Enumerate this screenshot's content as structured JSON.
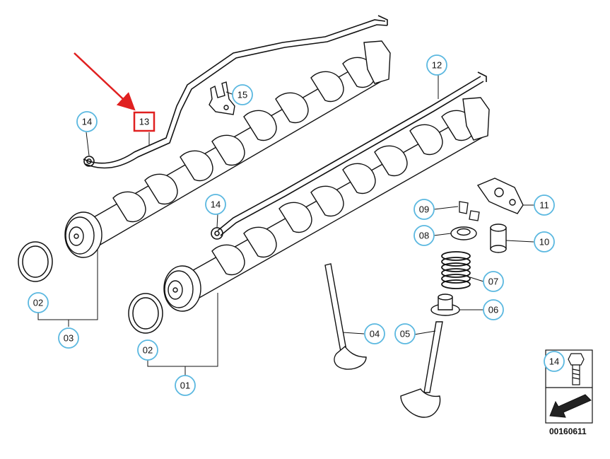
{
  "diagram": {
    "reference_code": "00160611",
    "highlighted_callout": "13",
    "colors": {
      "callout_border": "#5bb8e0",
      "highlight_border": "#e02020",
      "arrow": "#e02020",
      "line": "#111111"
    },
    "callouts": [
      {
        "id": "c14a",
        "label": "14"
      },
      {
        "id": "c13",
        "label": "13"
      },
      {
        "id": "c15",
        "label": "15"
      },
      {
        "id": "c12",
        "label": "12"
      },
      {
        "id": "c14b",
        "label": "14"
      },
      {
        "id": "c09",
        "label": "09"
      },
      {
        "id": "c11",
        "label": "11"
      },
      {
        "id": "c08",
        "label": "08"
      },
      {
        "id": "c10",
        "label": "10"
      },
      {
        "id": "c07",
        "label": "07"
      },
      {
        "id": "c06",
        "label": "06"
      },
      {
        "id": "c02a",
        "label": "02"
      },
      {
        "id": "c03",
        "label": "03"
      },
      {
        "id": "c04",
        "label": "04"
      },
      {
        "id": "c05",
        "label": "05"
      },
      {
        "id": "c02b",
        "label": "02"
      },
      {
        "id": "c01",
        "label": "01"
      },
      {
        "id": "c14c",
        "label": "14"
      }
    ]
  }
}
